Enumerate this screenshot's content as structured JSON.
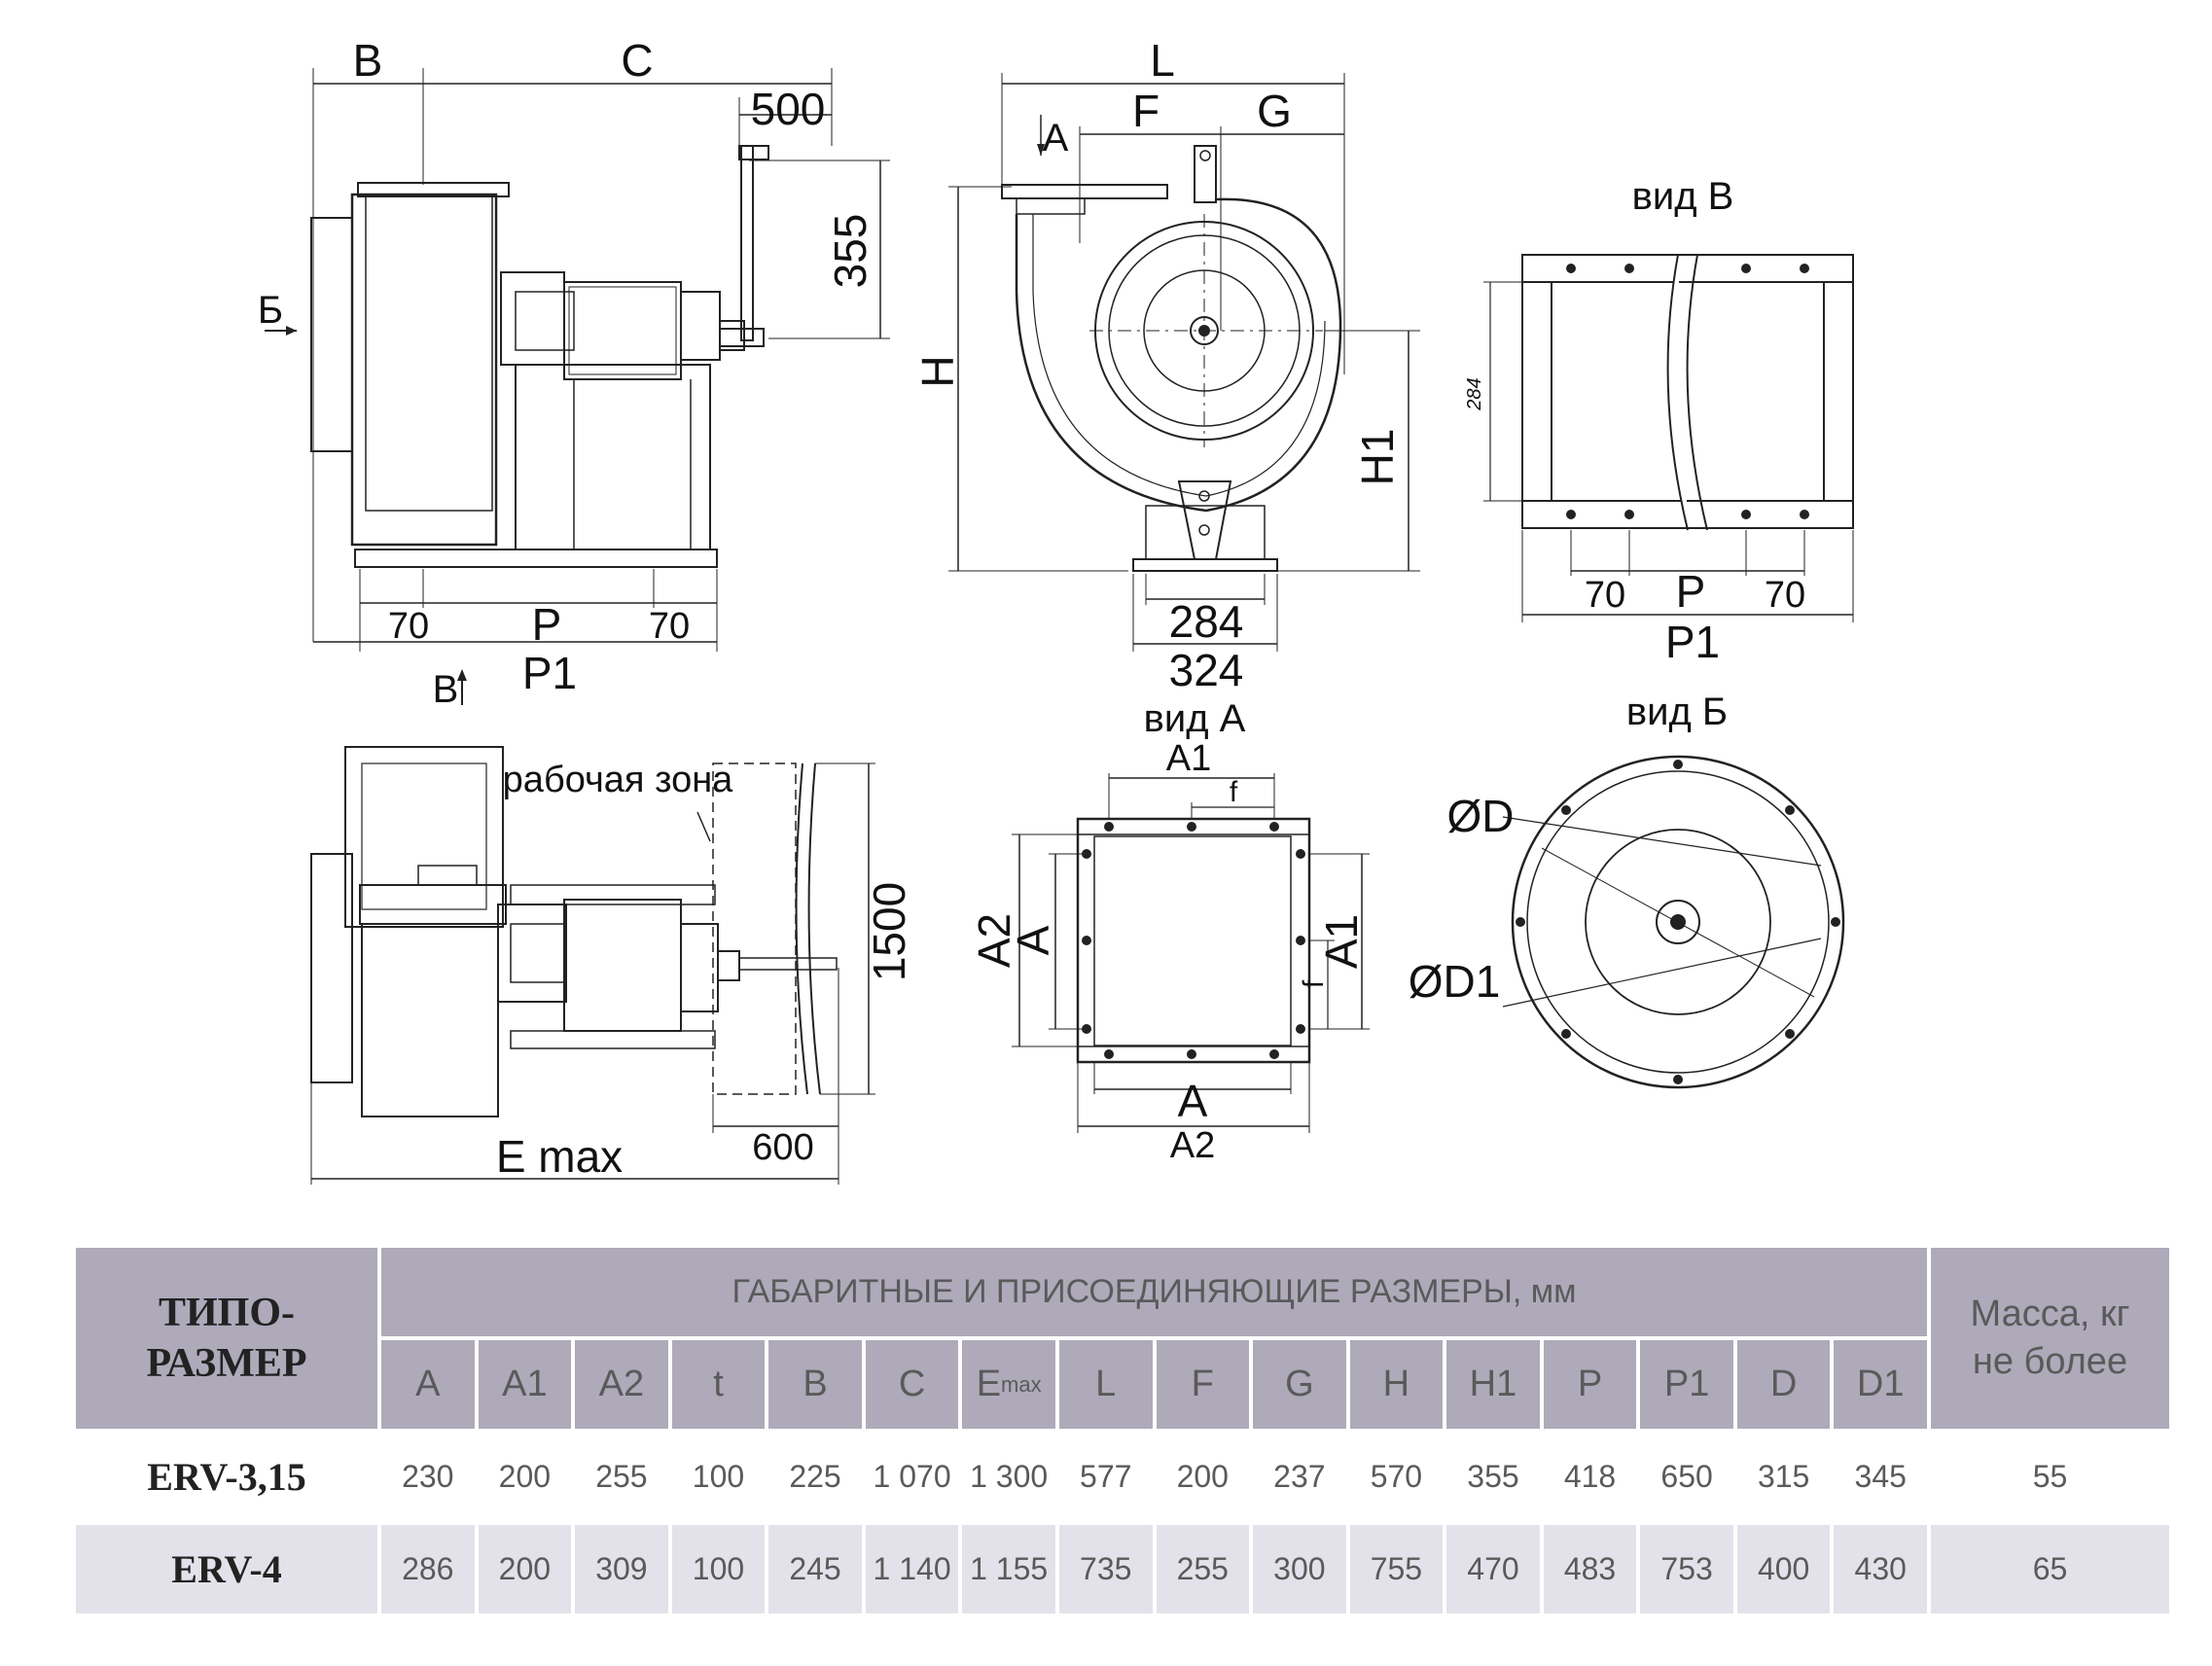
{
  "drawing": {
    "side_view_labels": {
      "B": "B",
      "C": "C",
      "dim_500": "500",
      "dim_355": "355",
      "arrow_b_cyr": "Б",
      "arrow_v": "B",
      "dim_70_left": "70",
      "P": "P",
      "dim_70_right": "70",
      "P1": "P1"
    },
    "front_view_labels": {
      "L": "L",
      "A": "A",
      "F": "F",
      "G": "G",
      "H": "H",
      "H1": "H1",
      "dim_284": "284",
      "dim_324": "324"
    },
    "view_v": {
      "title": "вид B",
      "dim_284": "284",
      "dim_70_left": "70",
      "P": "P",
      "dim_70_right": "70",
      "P1": "P1"
    },
    "top_view_labels": {
      "working_zone": "рабочая зона",
      "dim_1500": "1500",
      "dim_600": "600",
      "E_max": "E max"
    },
    "view_a": {
      "title": "вид А",
      "A1_top": "A1",
      "f_top": "f",
      "A2_left": "A2",
      "A_left": "A",
      "A1_right": "A1",
      "f_right": "f",
      "A_bottom": "A",
      "A2_bottom": "A2"
    },
    "view_b": {
      "title": "вид Б",
      "D": "ØD",
      "D1": "ØD1"
    }
  },
  "table": {
    "type_header": "ТИПО-\nРАЗМЕР",
    "dims_header": "ГАБАРИТНЫЕ И ПРИСОЕДИНЯЮЩИЕ РАЗМЕРЫ, мм",
    "mass_header": "Масса, кг\nне более",
    "columns": [
      "A",
      "A1",
      "A2",
      "t",
      "B",
      "C",
      "E",
      "L",
      "F",
      "G",
      "H",
      "H1",
      "P",
      "P1",
      "D",
      "D1"
    ],
    "emax_sub": "max",
    "rows": [
      {
        "type": "ERV-3,15",
        "values": [
          "230",
          "200",
          "255",
          "100",
          "225",
          "1 070",
          "1 300",
          "577",
          "200",
          "237",
          "570",
          "355",
          "418",
          "650",
          "315",
          "345"
        ],
        "mass": "55"
      },
      {
        "type": "ERV-4",
        "values": [
          "286",
          "200",
          "309",
          "100",
          "245",
          "1 140",
          "1 155",
          "735",
          "255",
          "300",
          "755",
          "470",
          "483",
          "753",
          "400",
          "430"
        ],
        "mass": "65"
      }
    ]
  }
}
